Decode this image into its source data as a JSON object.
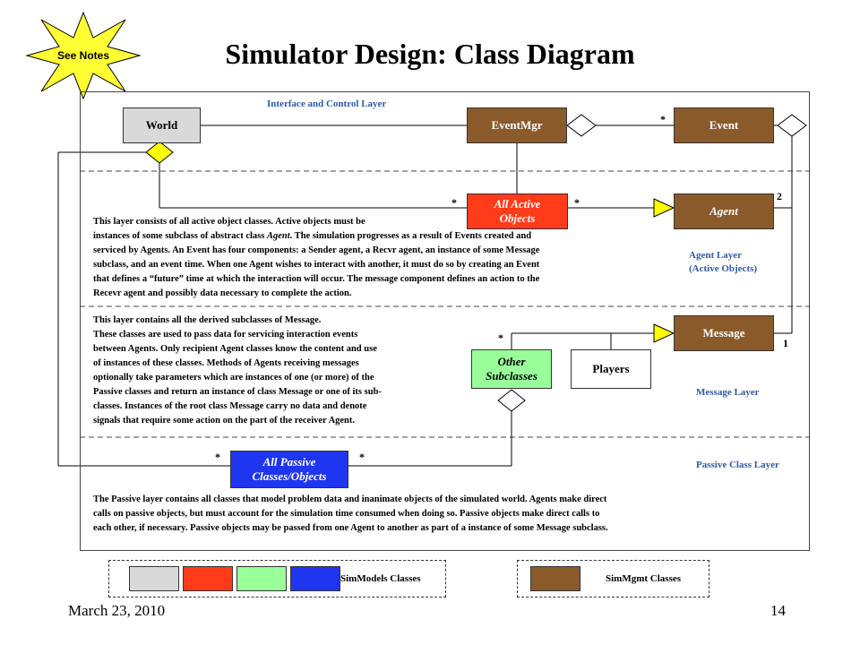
{
  "title": "Simulator Design: Class Diagram",
  "notes_badge": "See Notes",
  "layers": {
    "interface": "Interface and Control Layer",
    "agent": "Agent Layer",
    "agent_sub": "(Active  Objects)",
    "message": "Message Layer",
    "passive": "Passive Class Layer"
  },
  "classes": {
    "world": "World",
    "eventmgr": "EventMgr",
    "event": "Event",
    "all_active_1": "All Active",
    "all_active_2": "Objects",
    "agent": "Agent",
    "message": "Message",
    "other_1": "Other",
    "other_2": "Subclasses",
    "players": "Players",
    "all_passive_1": "All Passive",
    "all_passive_2": "Classes/Objects"
  },
  "multiplicities": {
    "event_star": "*",
    "active_left": "*",
    "active_right": "*",
    "agent_two": "2",
    "message_star": "*",
    "message_one": "1",
    "passive_left": "*",
    "passive_right": "*"
  },
  "agent_text": [
    "This layer consists of all active object classes.  Active objects must be",
    "instances of some subclass of abstract class ",
    "Agent",
    ".  The simulation progresses as a result of Events created and",
    "serviced by Agents.    An Event has four components: a Sender agent, a Recvr agent, an instance of some Message",
    "subclass, and an event time.    When one Agent wishes to interact with another, it must do so by creating an Event",
    "that defines a “future” time at which the interaction will occur.    The message component defines an action to the",
    "Recevr agent and possibly data necessary to complete the action."
  ],
  "message_text": [
    "This layer contains all the derived subclasses of Message.",
    "These classes are used to pass data for servicing interaction events",
    "between Agents.    Only recipient Agent classes know the content and use",
    "of instances of these classes.    Methods of Agents receiving messages",
    "optionally take parameters which are instances of one (or more) of the",
    "Passive classes and return an instance of class Message or one of its sub-",
    "classes.  Instances of the root class Message carry no data and denote",
    "signals that require some action on the part of the receiver Agent."
  ],
  "passive_text": [
    "The Passive layer contains all classes that model problem data and inanimate objects of the simulated world.   Agents make direct",
    "calls on passive objects, but must account for the simulation time consumed when doing so.   Passive objects make direct calls to",
    "each other, if necessary.     Passive objects may be passed from one Agent to another as part of a instance of some Message subclass."
  ],
  "legend": {
    "simmodels": "SimModels Classes",
    "simmgmt": "SimMgmt Classes"
  },
  "colors": {
    "brown": "#8b5a2b",
    "gray": "#d9d9d9",
    "red": "#ff3b1a",
    "green": "#99ff99",
    "blue": "#1f36f0",
    "star_yellow": "#ffff33",
    "diamond_yellow": "#ffff00"
  },
  "footer": {
    "date": "March 23, 2010",
    "page": "14"
  }
}
